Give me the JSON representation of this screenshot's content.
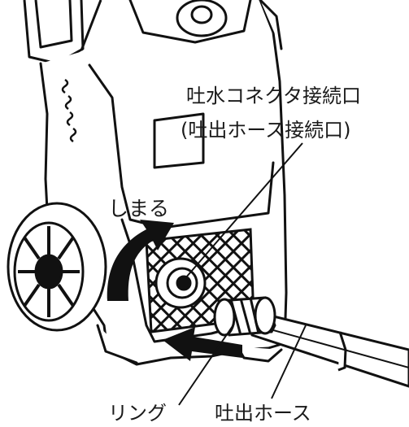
{
  "labels": {
    "connector": "吐水コネクタ接続口",
    "connector_sub": "(吐出ホース接続口)",
    "close": "しまる",
    "ring": "リング",
    "hose": "吐出ホース"
  }
}
